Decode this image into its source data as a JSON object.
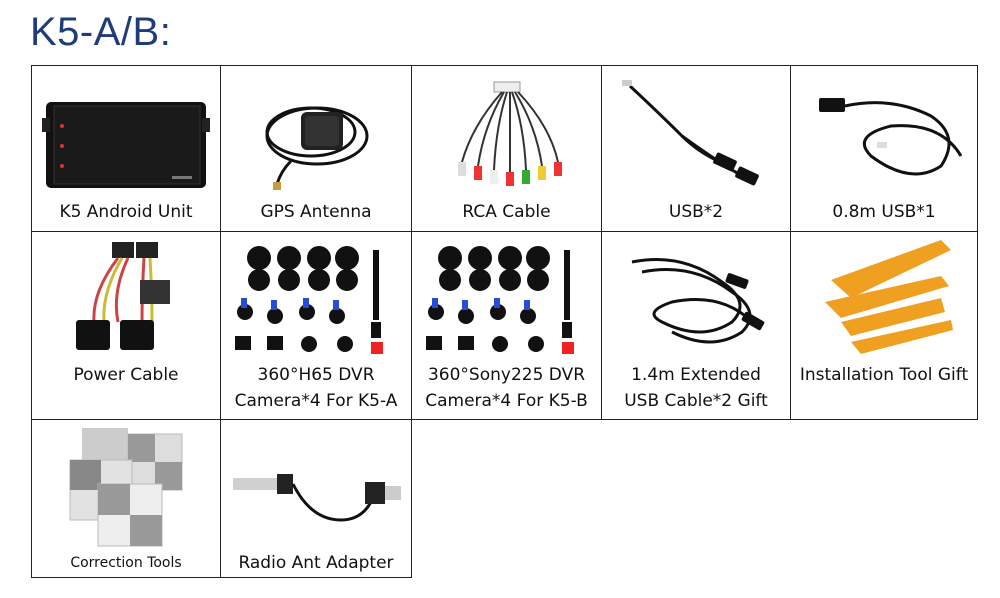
{
  "title": "K5-A/B:",
  "items": [
    {
      "label": "K5 Android Unit"
    },
    {
      "label": "GPS Antenna"
    },
    {
      "label": "RCA Cable"
    },
    {
      "label": "USB*2"
    },
    {
      "label": "0.8m USB*1"
    },
    {
      "label": "Power Cable"
    },
    {
      "label_line1": "360°H65 DVR",
      "label_line2": "Camera*4 For K5-A"
    },
    {
      "label_line1": "360°Sony225 DVR",
      "label_line2": "Camera*4 For K5-B"
    },
    {
      "label_line1": "1.4m Extended",
      "label_line2": "USB Cable*2 Gift"
    },
    {
      "label": "Installation Tool Gift"
    },
    {
      "label": "Correction Tools"
    },
    {
      "label": "Radio Ant Adapter"
    }
  ],
  "icons": [
    "android-unit-icon",
    "gps-antenna-icon",
    "rca-cable-icon",
    "usb-cable-icon",
    "usb-cable-short-icon",
    "power-cable-icon",
    "dvr-camera-set-icon",
    "dvr-camera-set-icon",
    "extended-usb-cable-icon",
    "pry-tool-icon",
    "correction-cloth-icon",
    "radio-adapter-icon"
  ],
  "colors": {
    "title": "#1f3d7a",
    "tool_orange": "#f0a020",
    "border": "#222222"
  }
}
